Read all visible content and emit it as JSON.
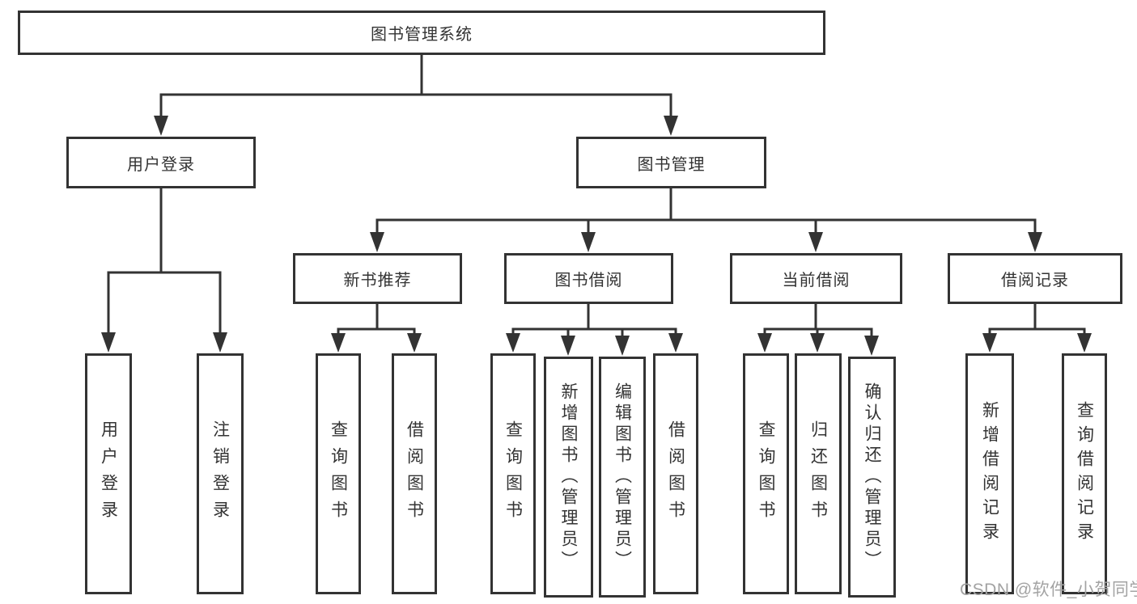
{
  "diagram": {
    "type": "tree",
    "nodes": {
      "system": {
        "label": "图书管理系统"
      },
      "user_login": {
        "label": "用户登录"
      },
      "book_management": {
        "label": "图书管理"
      },
      "new_book_recommend": {
        "label": "新书推荐"
      },
      "book_borrowing": {
        "label": "图书借阅"
      },
      "current_borrowing": {
        "label": "当前借阅"
      },
      "borrowing_records": {
        "label": "借阅记录"
      },
      "user_login_action": {
        "label": "用户登录"
      },
      "logout_action": {
        "label": "注销登录"
      },
      "query_books_nb": {
        "label": "查询图书"
      },
      "borrow_books_nb": {
        "label": "借阅图书"
      },
      "query_books_bb": {
        "label": "查询图书"
      },
      "add_book_admin": {
        "label": "新增图书（管理员）"
      },
      "edit_book_admin": {
        "label": "编辑图书（管理员）"
      },
      "borrow_books_bb": {
        "label": "借阅图书"
      },
      "query_books_cb": {
        "label": "查询图书"
      },
      "return_books": {
        "label": "归还图书"
      },
      "confirm_return_admin": {
        "label": "确认归还（管理员）"
      },
      "add_borrow_record": {
        "label": "新增借阅记录"
      },
      "query_borrow_record": {
        "label": "查询借阅记录"
      }
    },
    "structure": {
      "root": "system",
      "children": {
        "system": [
          "user_login",
          "book_management"
        ],
        "user_login": [
          "user_login_action",
          "logout_action"
        ],
        "book_management": [
          "new_book_recommend",
          "book_borrowing",
          "current_borrowing",
          "borrowing_records"
        ],
        "new_book_recommend": [
          "query_books_nb",
          "borrow_books_nb"
        ],
        "book_borrowing": [
          "query_books_bb",
          "add_book_admin",
          "edit_book_admin",
          "borrow_books_bb"
        ],
        "current_borrowing": [
          "query_books_cb",
          "return_books",
          "confirm_return_admin"
        ],
        "borrowing_records": [
          "add_borrow_record",
          "query_borrow_record"
        ]
      }
    }
  },
  "watermark": {
    "text": "CSDN @软件_小贺同学"
  },
  "colors": {
    "line": "#333333",
    "box_border": "#333333",
    "box_fill": "#ffffff",
    "text": "#333333",
    "watermark_text": "#a3a3a3",
    "background": "#ffffff"
  }
}
